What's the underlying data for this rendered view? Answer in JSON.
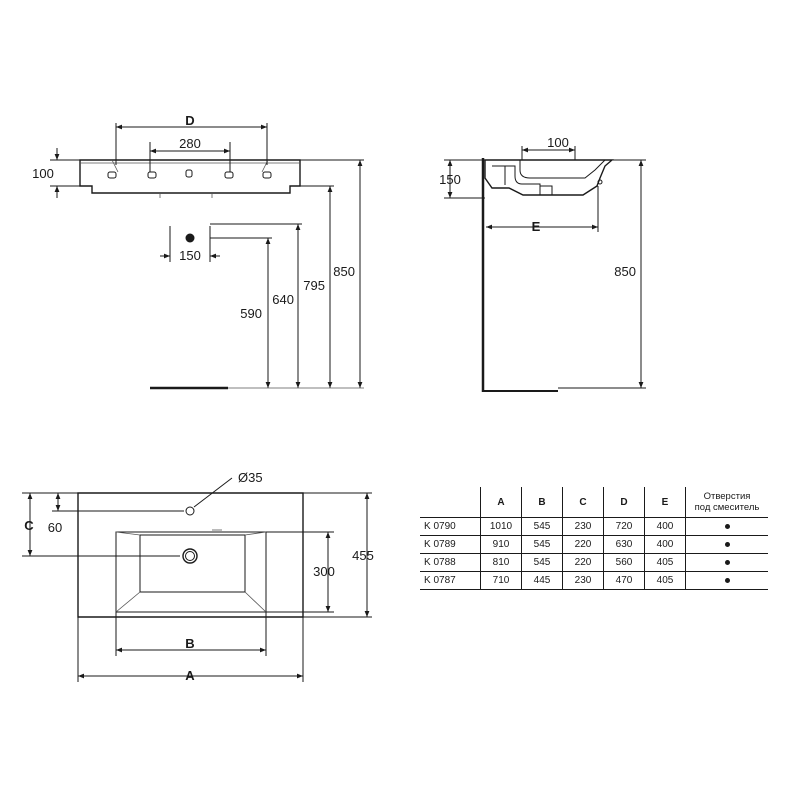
{
  "front_view": {
    "dim_d": "D",
    "dim_280": "280",
    "dim_100": "100",
    "dim_150": "150",
    "dim_590": "590",
    "dim_640": "640",
    "dim_795": "795",
    "dim_850": "850"
  },
  "side_view": {
    "dim_100": "100",
    "dim_150": "150",
    "dim_e": "E",
    "dim_850": "850"
  },
  "top_view": {
    "dim_diam": "Ø35",
    "dim_c": "C",
    "dim_60": "60",
    "dim_300": "300",
    "dim_455": "455",
    "dim_b": "B",
    "dim_a": "A"
  },
  "table": {
    "headers": [
      "",
      "A",
      "B",
      "C",
      "D",
      "E"
    ],
    "mixer_header_line1": "Отверстия",
    "mixer_header_line2": "под смеситель",
    "rows": [
      {
        "model": "K 0790",
        "a": "1010",
        "b": "545",
        "c": "230",
        "d": "720",
        "e": "400"
      },
      {
        "model": "K 0789",
        "a": "910",
        "b": "545",
        "c": "220",
        "d": "630",
        "e": "400"
      },
      {
        "model": "K 0788",
        "a": "810",
        "b": "545",
        "c": "220",
        "d": "560",
        "e": "405"
      },
      {
        "model": "K 0787",
        "a": "710",
        "b": "445",
        "c": "230",
        "d": "470",
        "e": "405"
      }
    ]
  }
}
